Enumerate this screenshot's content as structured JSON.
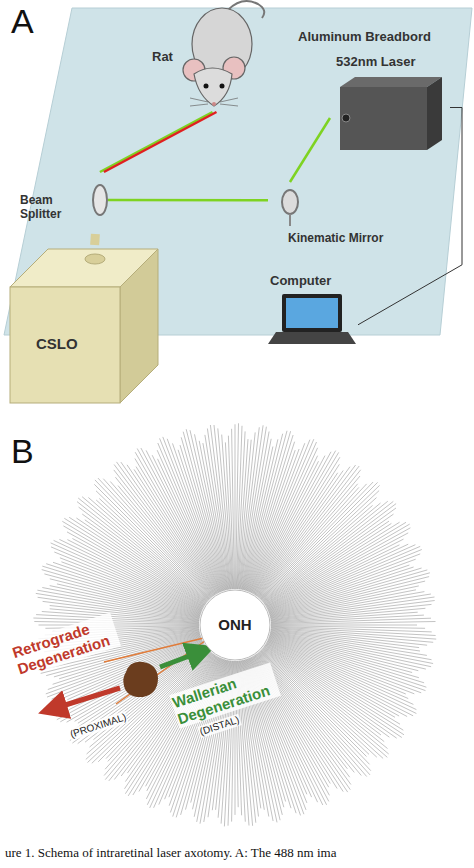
{
  "diagram": {
    "caption": "ure 1. Schema of intraretinal laser axotomy. A: The 488 nm ima",
    "nodes": [
      {
        "text": [
          "Aluminum Breadbord"
        ]
      },
      {
        "text": [
          "Rat"
        ],
        "in": 0
      },
      {
        "text": [
          "532nm Laser"
        ],
        "in": 0
      },
      {
        "text": [
          "Beam Splitter"
        ],
        "in": 0
      },
      {
        "text": [
          "Kinematic Mirror"
        ],
        "in": 0
      },
      {
        "text": [
          "CSLO"
        ]
      },
      {
        "text": [
          "Computer"
        ]
      },
      {
        "text": [
          "ONH"
        ]
      }
    ],
    "edges": [
      {
        "from": 2,
        "to": 4,
        "arrow": "none"
      },
      {
        "from": 4,
        "to": 3,
        "arrow": "none"
      },
      {
        "from": 3,
        "to": 1,
        "arrow": "none"
      },
      {
        "from": 5,
        "to": 3,
        "arrow": "none"
      },
      {
        "from": 2,
        "to": 6,
        "arrow": "none"
      }
    ],
    "labels": [
      "A",
      "B",
      "Retrograde Degeneration",
      "(PROXIMAL)",
      "Wallerian Degeneration",
      "(DISTAL)"
    ]
  }
}
